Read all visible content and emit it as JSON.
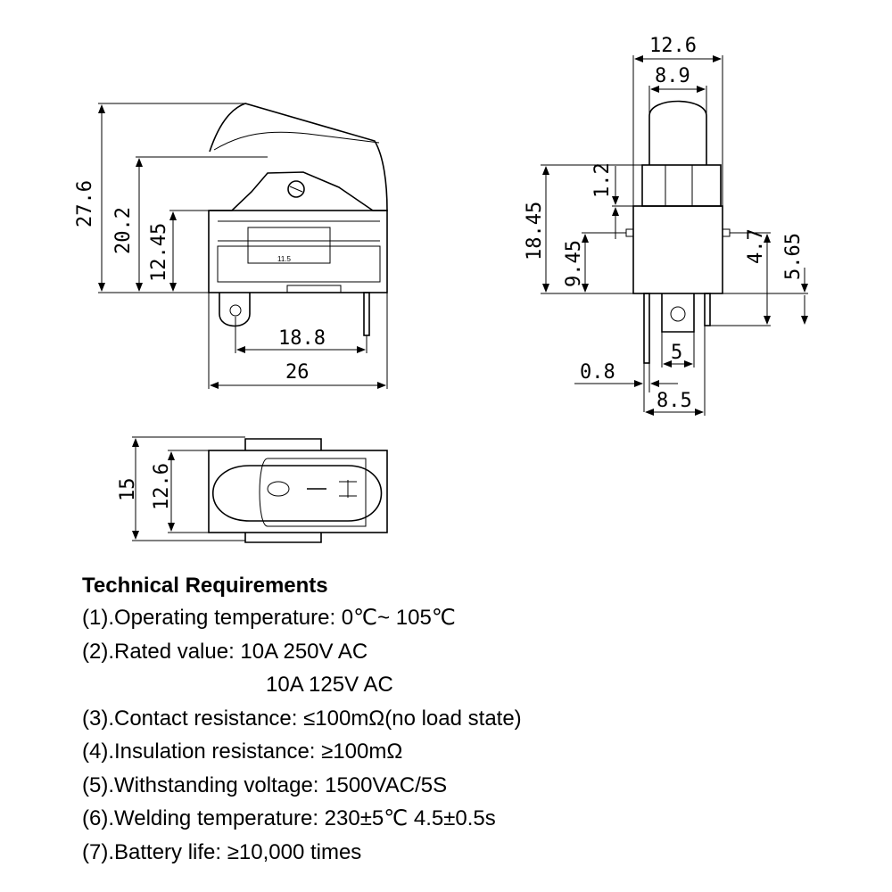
{
  "dimensions": {
    "side_height_total": "27.6",
    "side_height_mid": "20.2",
    "side_height_body": "12.45",
    "side_pin_spacing": "18.8",
    "side_width": "26",
    "side_label_inner": "11.5",
    "front_width_outer": "12.6",
    "front_width_rocker": "8.9",
    "front_top_offset": "1.2",
    "front_height": "18.45",
    "front_body_height": "9.45",
    "front_pin_height": "4.7",
    "front_pin_total": "5.65",
    "front_pin_spacing": "5",
    "front_pin_thickness": "0.8",
    "front_pin_outer": "8.5",
    "top_height_outer": "15",
    "top_height_inner": "12.6"
  },
  "requirements": {
    "title": "Technical Requirements",
    "items": [
      "(1).Operating temperature: 0℃~ 105℃",
      "(2).Rated value: 10A 250V AC",
      "10A 125V AC",
      "(3).Contact resistance: ≤100mΩ(no load state)",
      "(4).Insulation resistance: ≥100mΩ",
      "(5).Withstanding voltage: 1500VAC/5S",
      "(6).Welding temperature: 230±5℃ 4.5±0.5s",
      "(7).Battery life: ≥10,000 times"
    ]
  }
}
